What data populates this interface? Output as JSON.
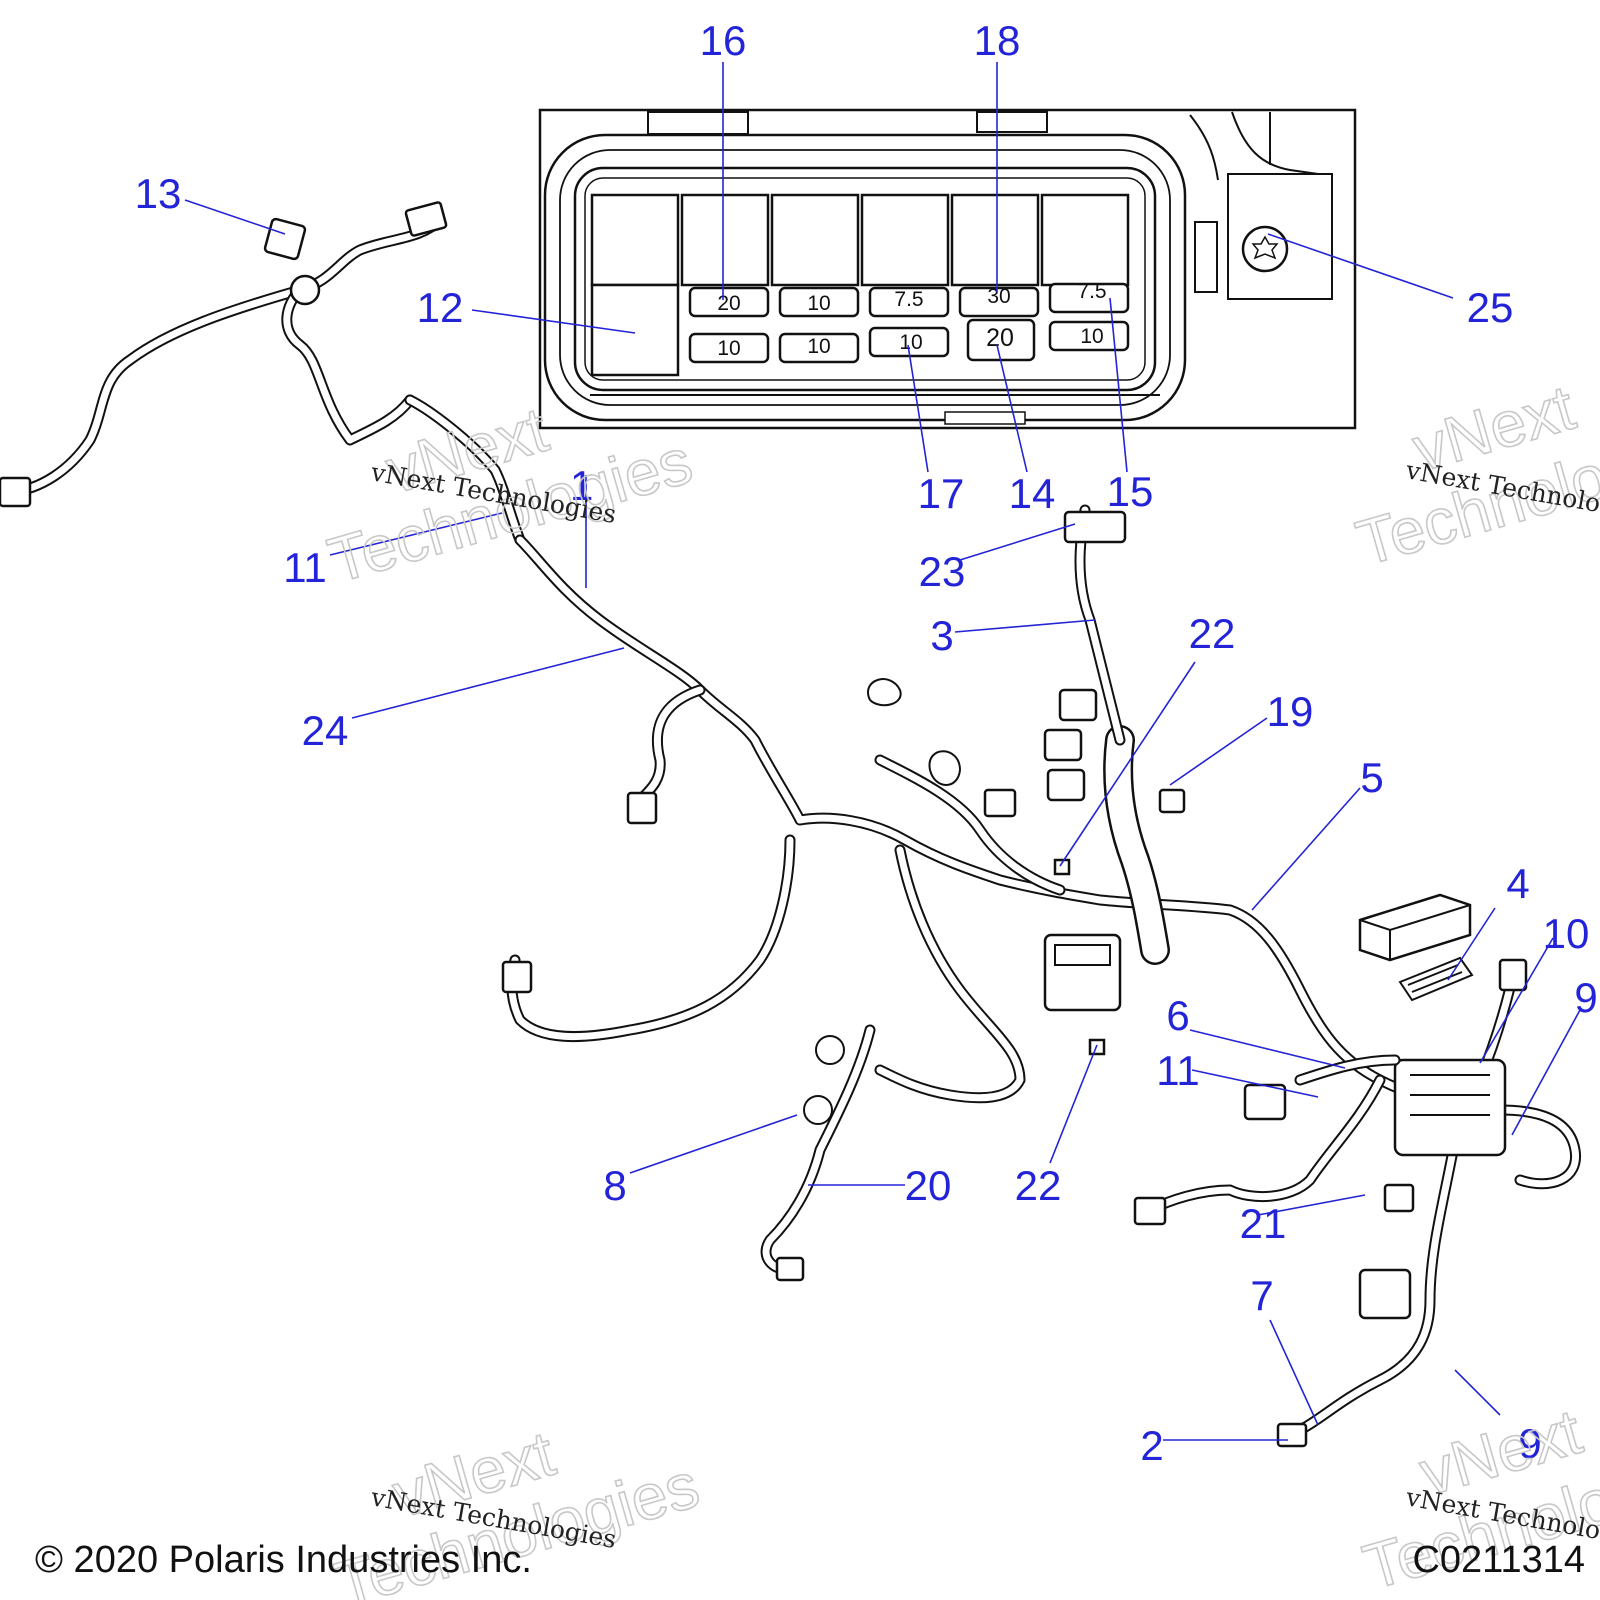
{
  "callouts": [
    {
      "id": "1",
      "label": "1"
    },
    {
      "id": "2",
      "label": "2"
    },
    {
      "id": "3",
      "label": "3"
    },
    {
      "id": "4",
      "label": "4"
    },
    {
      "id": "5",
      "label": "5"
    },
    {
      "id": "6",
      "label": "6"
    },
    {
      "id": "7",
      "label": "7"
    },
    {
      "id": "8",
      "label": "8"
    },
    {
      "id": "9a",
      "label": "9"
    },
    {
      "id": "9b",
      "label": "9"
    },
    {
      "id": "10",
      "label": "10"
    },
    {
      "id": "11a",
      "label": "11"
    },
    {
      "id": "11b",
      "label": "11"
    },
    {
      "id": "12",
      "label": "12"
    },
    {
      "id": "13",
      "label": "13"
    },
    {
      "id": "14",
      "label": "14"
    },
    {
      "id": "15",
      "label": "15"
    },
    {
      "id": "16",
      "label": "16"
    },
    {
      "id": "17",
      "label": "17"
    },
    {
      "id": "18",
      "label": "18"
    },
    {
      "id": "19",
      "label": "19"
    },
    {
      "id": "20",
      "label": "20"
    },
    {
      "id": "21",
      "label": "21"
    },
    {
      "id": "22a",
      "label": "22"
    },
    {
      "id": "22b",
      "label": "22"
    },
    {
      "id": "23",
      "label": "23"
    },
    {
      "id": "24",
      "label": "24"
    },
    {
      "id": "25",
      "label": "25"
    }
  ],
  "fuses": {
    "top": [
      "20",
      "10",
      "7.5",
      "30",
      "7.5"
    ],
    "bottom": [
      "10",
      "10",
      "10",
      "20",
      "10"
    ]
  },
  "watermark": {
    "line1": "vNext",
    "line2": "Technologies",
    "caption": "vNext Technologies"
  },
  "footer": {
    "copyright": "© 2020 Polaris Industries Inc.",
    "code": "C0211314"
  }
}
